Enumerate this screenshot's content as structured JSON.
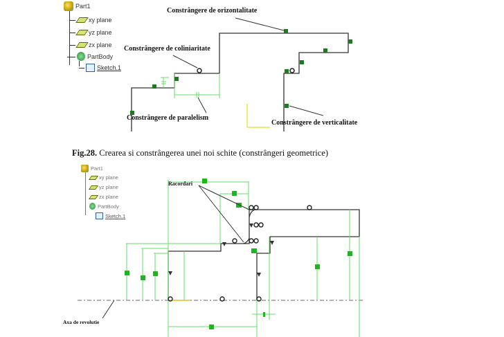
{
  "figure_top": {
    "tree": {
      "root": "Part1",
      "items": [
        "xy plane",
        "yz plane",
        "zx plane"
      ],
      "body": "PartBody",
      "sketch": "Sketch.1"
    },
    "callouts": {
      "horizontal": "Constrângere de orizontalitate",
      "collinear": "Constrângere de  coliniaritate",
      "parallel": "Constrângere de paralelism",
      "vertical": "Constrângere de verticalitate"
    }
  },
  "caption": {
    "number": "Fig.28.",
    "text": " Crearea si constrângerea unei noi schite (constrângeri geometrice)"
  },
  "figure_bottom": {
    "tree": {
      "root": "Part1",
      "items": [
        "xy plane",
        "yz plane",
        "zx plane"
      ],
      "body": "PartBody",
      "sketch": "Sketch.1"
    },
    "callouts": {
      "fillets": "Racordari",
      "axis": "Axa de revolutie"
    }
  },
  "colors": {
    "geometry": "#333333",
    "constraint": "#2fb52f",
    "constraint_dark": "#1a6b1a",
    "axis_yellow": "#e0e020"
  }
}
